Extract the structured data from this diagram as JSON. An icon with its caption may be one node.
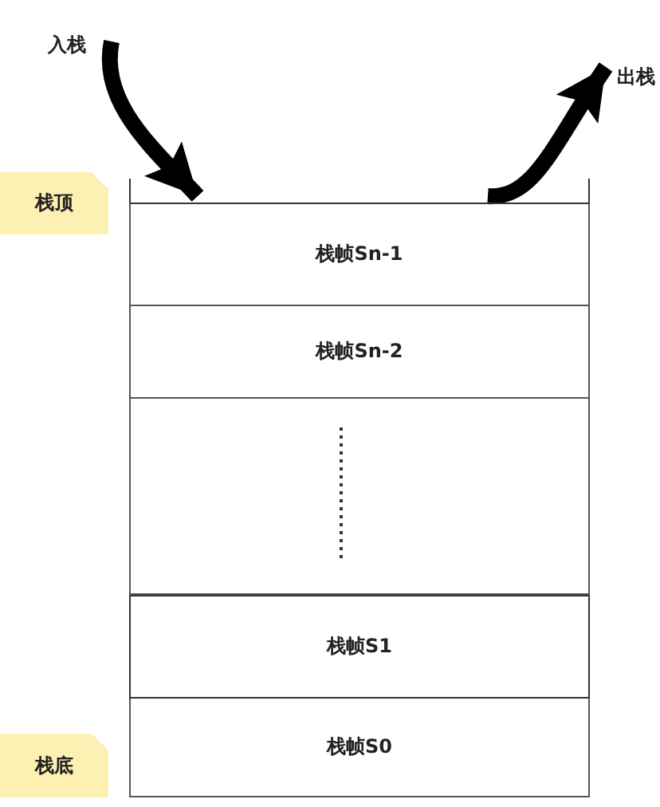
{
  "diagram": {
    "nodes": [
      {
        "text": [
          "入栈"
        ]
      },
      {
        "text": [
          "栈顶"
        ]
      },
      {
        "text": [
          "栈帧Sn-1"
        ]
      },
      {
        "text": [
          "栈帧Sn-2"
        ]
      },
      {
        "text": [],
        "shape": "box"
      },
      {
        "text": [
          "栈帧S1"
        ]
      },
      {
        "text": [
          "栈帧S0"
        ]
      },
      {
        "text": [
          "栈底"
        ]
      },
      {
        "text": [
          "出栈"
        ]
      }
    ],
    "edges": [
      {
        "from": 0,
        "to": 2,
        "arrow": "to"
      },
      {
        "from": 2,
        "to": 8,
        "arrow": "to"
      }
    ]
  }
}
